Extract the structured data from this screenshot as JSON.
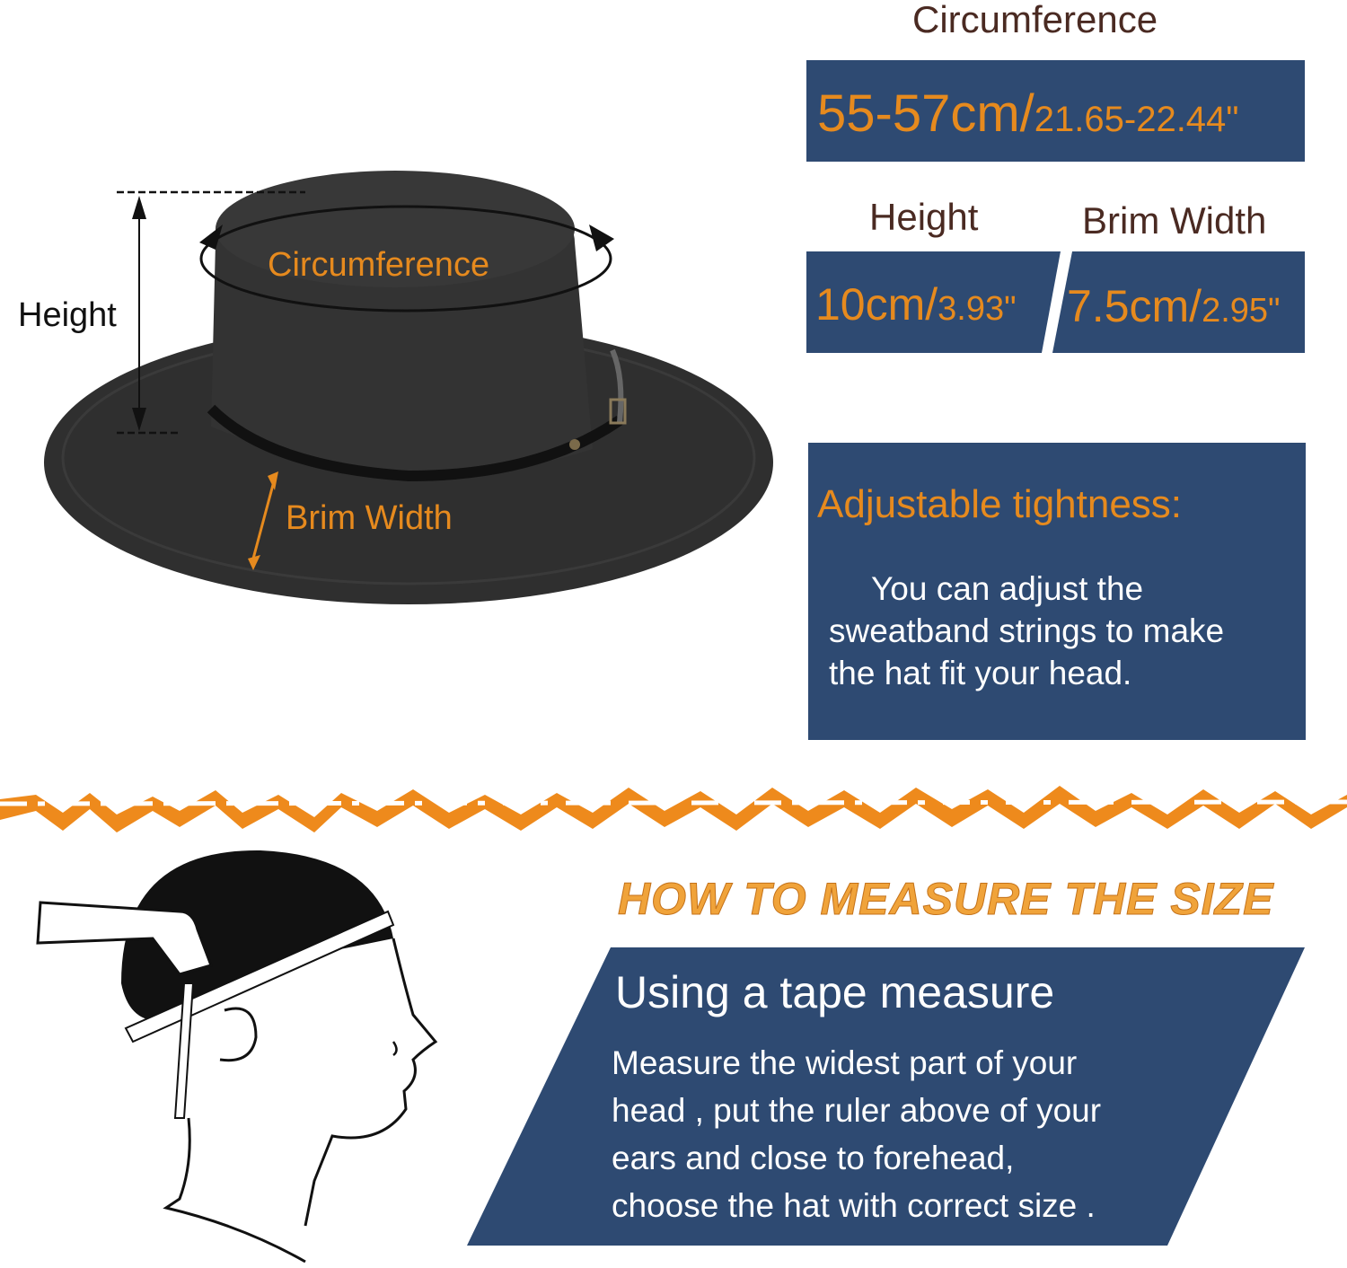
{
  "specs": {
    "circumference_label": "Circumference",
    "circumference_cm": "55-57cm/",
    "circumference_in": "21.65-22.44\"",
    "height_label": "Height",
    "height_cm": "10cm/",
    "height_in": "3.93\"",
    "brim_label": "Brim Width",
    "brim_cm": "7.5cm/",
    "brim_in": "2.95\""
  },
  "hat_diagram": {
    "height_label": "Height",
    "circumference_label": "Circumference",
    "brim_label": "Brim Width"
  },
  "adjust": {
    "title": "Adjustable tightness:",
    "line1": "You can adjust the",
    "line2": "sweatband strings to make",
    "line3": "the hat fit your head."
  },
  "measure": {
    "title": "HOW TO MEASURE THE SIZE",
    "subtitle": "Using a tape measure",
    "line1": "Measure the widest part of your",
    "line2": "head , put the ruler above of your",
    "line3": "ears and close to forehead,",
    "line4": "choose the hat with correct size ."
  },
  "colors": {
    "navy": "#2e4a72",
    "orange": "#e68a1e",
    "brown_text": "#4a2a22",
    "hat": "#2f2f2f"
  }
}
